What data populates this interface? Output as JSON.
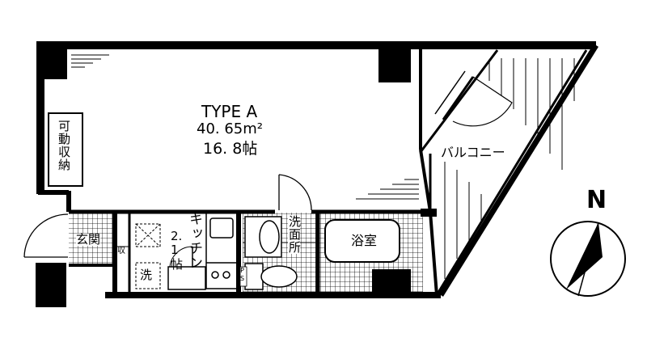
{
  "unit": {
    "type_name": "TYPE A",
    "area": "40. 65m²",
    "tatami": "16. 8帖"
  },
  "rooms": {
    "storage": "可動収納",
    "balcony": "バルコニー",
    "kitchen": "キッチン",
    "kitchen_size": "2. 1帖",
    "washroom": "洗面所",
    "bath": "浴室",
    "entrance": "玄関",
    "shoe_storage": "収",
    "washer": "洗",
    "pipe_space": "PS"
  },
  "compass": {
    "label": "N"
  }
}
